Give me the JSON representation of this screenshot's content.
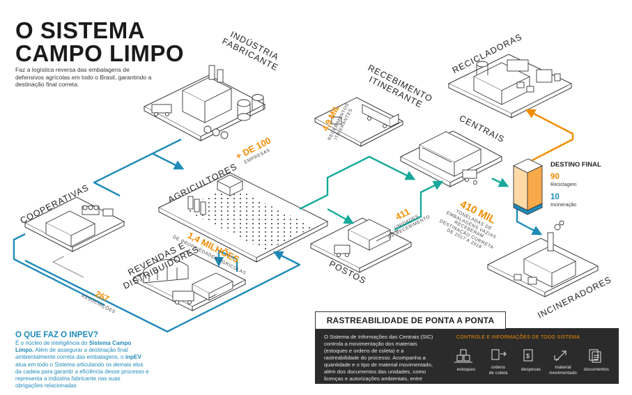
{
  "title": "O SISTEMA\nCAMPO LIMPO",
  "subtitle": "Faz a logística reversa das embalagens de defensivos agrícolas em todo o Brasil, garantindo a destinação final correta.",
  "nodes": {
    "industria": "INDÚSTRIA\nFABRICANTE",
    "recebimento": "RECEBIMENTO\nITINERANTE",
    "recicladoras": "RECICLADORAS",
    "centrais": "CENTRAIS",
    "agricultores": "AGRICULTORES",
    "cooperativas": "COOPERATIVAS",
    "revendas": "REVENDAS E\nDISTRIBUIDORES",
    "postos": "POSTOS",
    "incineradores": "INCINERADORES"
  },
  "stats": {
    "empresas_value": "+ DE 100",
    "empresas_label": "EMPRESAS",
    "itinerantes_value": "4,9 MIL",
    "itinerantes_label": "RECEBIMENTOS\nITINERANTES",
    "propriedades_value": "1,4 MILHÕES",
    "propriedades_label": "DE PROPRIEDADES AGRÍCOLAS",
    "associacoes_value": "267",
    "associacoes_label": "ASSOCIAÇÕES",
    "unidades_value": "411",
    "unidades_label": "UNIDADES\nDE RECEBIMENTO",
    "toneladas_value": "410 MIL",
    "toneladas_label": "TONELADAS DE\nEMBALAGENS VAZIAS\nRECEBERAM\nDESTINAÇÃO CORRETA\nDE 2017 A 2018"
  },
  "destino": {
    "heading": "DESTINO FINAL",
    "reciclagem_value": "90",
    "reciclagem_label": "Reciclagem",
    "incineracao_value": "10",
    "incineracao_label": "Incineração",
    "percent_reciclagem": 90,
    "percent_incineracao": 10
  },
  "inpev": {
    "heading": "O QUE FAZ O INPEV?",
    "text_a": "É o núcleo de inteligência do ",
    "text_b": "Sistema Campo Limpo.",
    "text_c": " Além de assegurar a destinação final ambientalmente correta das embalagens, o ",
    "text_d": "inpEV",
    "text_e": " atua em todo o Sistema articulando os demais elos da cadeia para garantir a eficiência desse processo e representa a indústria fabricante nas suas obrigações relacionadas"
  },
  "rastreabilidade": {
    "heading": "RASTREABILIDADE DE PONTA A PONTA",
    "text": "O Sistema de Informações das Centrais (SIC) controla a movimentação dos materiais (estoques e ordens de coleta) e a rastreabilidade do processo. Acompanha a quantidade e o tipo de material movimentado, além dos documentos das unidades, como licenças e autorizações ambientais, entre",
    "controle_heading": "CONTROLE E INFORMAÇÕES DE TODO SISTEMA",
    "items": [
      "estoques",
      "ordens\nde coleta",
      "despesas",
      "material\nmovimentado",
      "documentos"
    ]
  },
  "colors": {
    "blue": "#1e8ab8",
    "teal": "#17a99b",
    "orange": "#f28c00",
    "dark": "#2b2b2b"
  },
  "icons": [
    "arrow-head-icon",
    "stock-icon",
    "order-icon",
    "expense-icon",
    "material-icon",
    "document-icon"
  ]
}
